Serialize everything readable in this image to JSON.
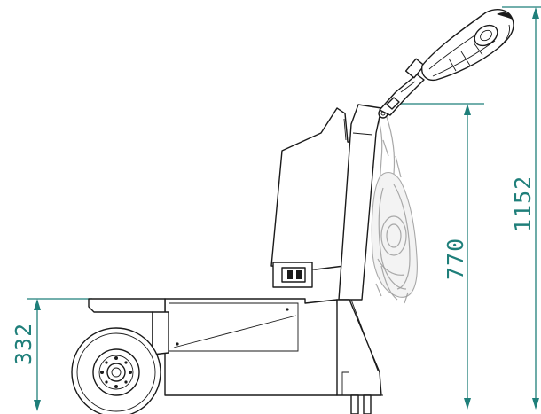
{
  "dimensions": {
    "overall_height": "1152",
    "handle_height": "770",
    "chassis_height": "332"
  },
  "colors": {
    "dimension": "#1f7f7a",
    "line": "#1a1a1a",
    "ghost": "#9a9a9a"
  }
}
